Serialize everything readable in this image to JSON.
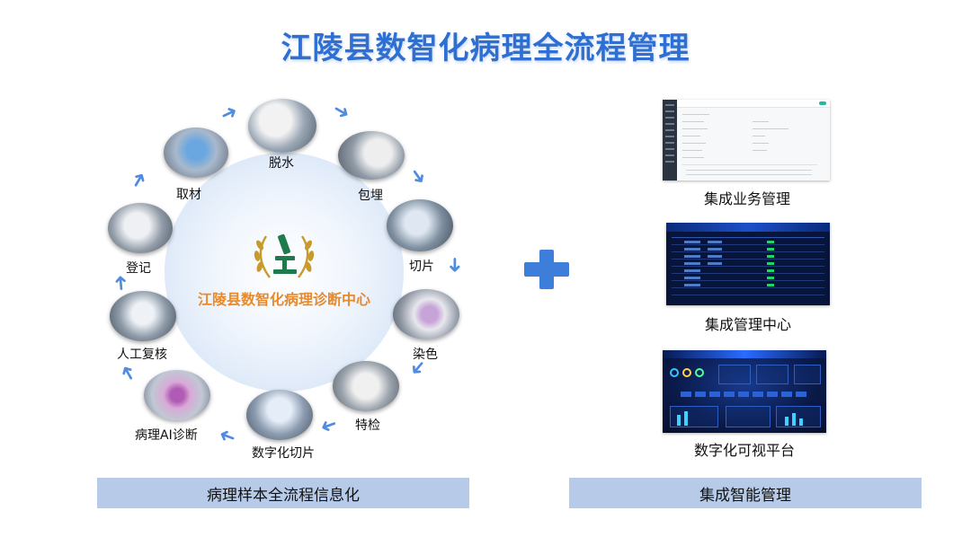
{
  "title": "江陵县数智化病理全流程管理",
  "center": {
    "label": "江陵县数智化病理诊断中心",
    "logo_icon": "microscope-laurel-icon"
  },
  "steps": [
    {
      "key": "dehydrate",
      "label": "脱水"
    },
    {
      "key": "embed",
      "label": "包埋"
    },
    {
      "key": "section",
      "label": "切片"
    },
    {
      "key": "stain",
      "label": "染色"
    },
    {
      "key": "special",
      "label": "特检"
    },
    {
      "key": "digital",
      "label": "数字化切片"
    },
    {
      "key": "ai",
      "label": "病理AI诊断"
    },
    {
      "key": "review",
      "label": "人工复核"
    },
    {
      "key": "register",
      "label": "登记"
    },
    {
      "key": "sampling",
      "label": "取材"
    }
  ],
  "left_bar": "病理样本全流程信息化",
  "right_bar": "集成智能管理",
  "panels": [
    {
      "key": "business",
      "caption": "集成业务管理"
    },
    {
      "key": "center",
      "caption": "集成管理中心"
    },
    {
      "key": "dashboard",
      "caption": "数字化可视平台"
    }
  ],
  "colors": {
    "title": "#2f6fd1",
    "center_label": "#e88a2b",
    "arrow": "#4f8be0",
    "bar": "#b7cbe8",
    "plus": "#3d7edb"
  }
}
